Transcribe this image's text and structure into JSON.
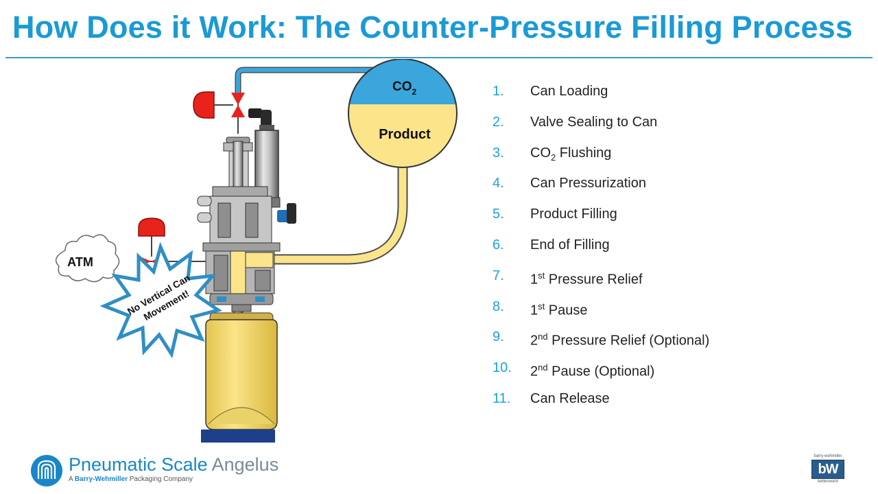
{
  "slide": {
    "title": "How Does it Work: The Counter-Pressure Filling Process"
  },
  "diagram": {
    "tank_gas_label": "CO",
    "tank_gas_sub": "2",
    "tank_liquid_label": "Product",
    "atm_label": "ATM",
    "burst_line1": "No Vertical Can",
    "burst_line2": "Movement!",
    "colors": {
      "co2": "#3aa6dc",
      "product": "#fbe48a",
      "valve_red": "#e8231c",
      "burst_outline": "#2f8fc4",
      "can_base": "#1f3f8a"
    }
  },
  "steps": [
    {
      "num": "1.",
      "text": "Can Loading"
    },
    {
      "num": "2.",
      "text": "Valve Sealing to Can"
    },
    {
      "num": "3.",
      "pre": "CO",
      "sub": "2",
      "post": " Flushing"
    },
    {
      "num": "4.",
      "text": "Can Pressurization"
    },
    {
      "num": "5.",
      "text": "Product Filling"
    },
    {
      "num": "6.",
      "text": "End of Filling"
    },
    {
      "num": "7.",
      "pre": "1",
      "sup": "st",
      "post": " Pressure Relief"
    },
    {
      "num": "8.",
      "pre": "1",
      "sup": "st",
      "post": " Pause"
    },
    {
      "num": "9.",
      "pre": "2",
      "sup": "nd",
      "post": " Pressure Relief (Optional)"
    },
    {
      "num": "10.",
      "pre": "2",
      "sup": "nd",
      "post": " Pause (Optional)"
    },
    {
      "num": "11.",
      "text": "Can Release"
    }
  ],
  "footer": {
    "company_part1": "Pneumatic Scale",
    "company_part2": " Angelus",
    "tagline_prefix": "A ",
    "tagline_brand": "Barry-Wehmiller",
    "tagline_suffix": " Packaging Company",
    "bw_top": "barry-wehmiller",
    "bw_mark": "bW",
    "bw_bottom": "betterworld"
  }
}
